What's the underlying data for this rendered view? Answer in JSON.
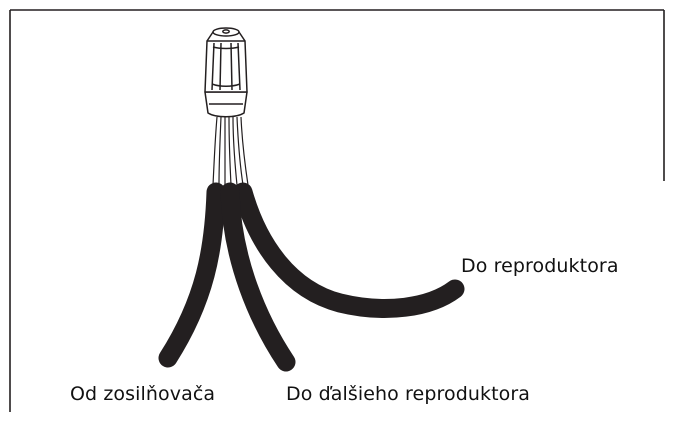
{
  "labels": {
    "to_speaker": "Do reproduktora",
    "from_amplifier": "Od zosilňovača",
    "to_next_speaker": "Do ďalšieho reproduktora"
  },
  "colors": {
    "wire_insulation": "#231f20",
    "frame_line": "#231f20",
    "background": "#ffffff"
  },
  "icons": {
    "connector": "wire-nut-connector-icon"
  }
}
